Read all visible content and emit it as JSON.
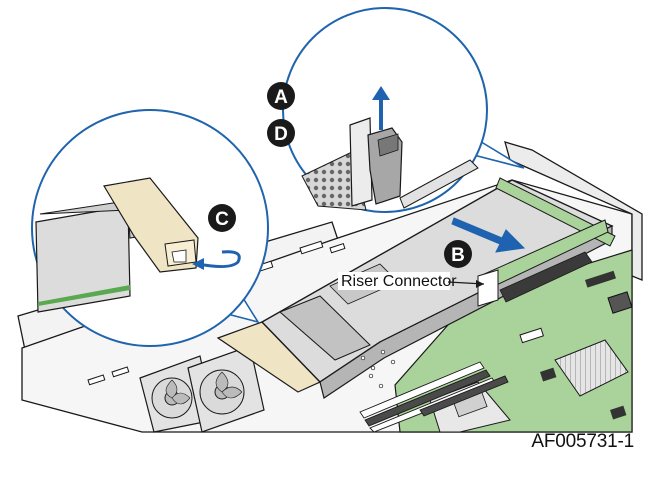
{
  "callouts": {
    "A": "A",
    "B": "B",
    "C": "C",
    "D": "D"
  },
  "labels": {
    "riser_connector": "Riser Connector"
  },
  "figure_id": "AF005731-1",
  "colors": {
    "board_green": "#a9d39a",
    "line": "#1a1a1a",
    "arrow_blue": "#1f62b0",
    "callout_fill": "#1a1a1a",
    "magnifier_edge": "#1f64ad",
    "riser_gray": "#cfcfcf",
    "bracket_beige": "#efe5c4"
  }
}
